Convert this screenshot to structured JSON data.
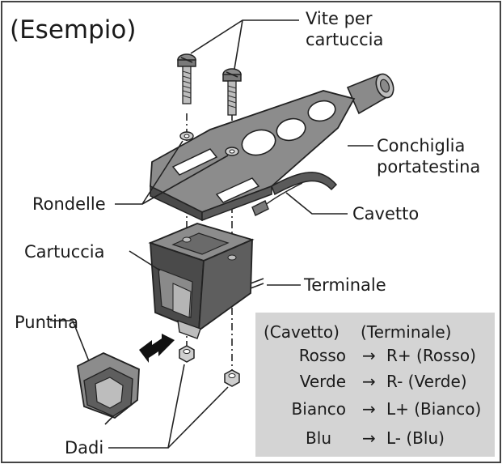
{
  "title": "(Esempio)",
  "labels": {
    "screws_line1": "Vite per",
    "screws_line2": "cartuccia",
    "headshell_line1": "Conchiglia",
    "headshell_line2": "portatestina",
    "washers": "Rondelle",
    "lead_wire": "Cavetto",
    "cartridge": "Cartuccia",
    "terminal": "Terminale",
    "stylus": "Puntina",
    "nuts": "Dadi"
  },
  "wiring_table": {
    "header_left": "(Cavetto)",
    "header_right": "(Terminale)",
    "arrow": "→",
    "rows": [
      {
        "wire": "Rosso",
        "terminal": "R+ (Rosso)"
      },
      {
        "wire": "Verde",
        "terminal": "R- (Verde)"
      },
      {
        "wire": "Bianco",
        "terminal": "L+ (Bianco)"
      },
      {
        "wire": "Blu",
        "terminal": "L- (Blu)"
      }
    ]
  },
  "colors": {
    "frame": "#444444",
    "part_dark": "#4a4a4a",
    "part_mid": "#7a7a7a",
    "part_light": "#bdbdbd",
    "table_bg": "#d4d4d4"
  }
}
